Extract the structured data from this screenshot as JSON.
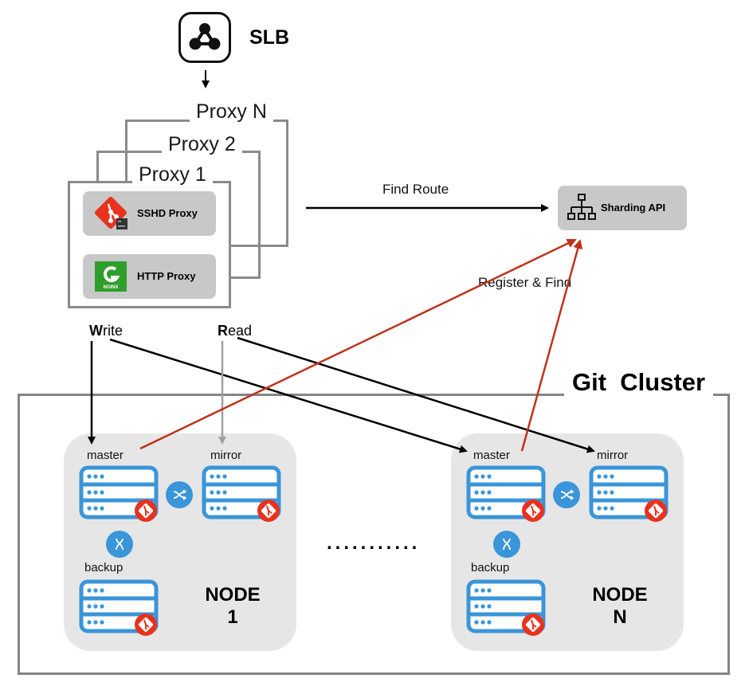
{
  "slb": {
    "label": "SLB",
    "icon": "load-balancer-icon"
  },
  "proxies": {
    "frames": [
      {
        "title": "Proxy N"
      },
      {
        "title": "Proxy 2"
      },
      {
        "title": "Proxy 1"
      }
    ],
    "components": [
      {
        "label": "SSHD Proxy",
        "icon": "git-terminal-icon"
      },
      {
        "label": "HTTP Proxy",
        "icon": "nginx-icon",
        "icon_text": "NGINX"
      }
    ]
  },
  "sharding_api": {
    "label": "Sharding API",
    "icon": "hierarchy-icon"
  },
  "edges": {
    "find_route": "Find Route",
    "register_find": "Register & Find",
    "write": {
      "initial": "W",
      "rest": "rite"
    },
    "read": {
      "initial": "R",
      "rest": "ead"
    }
  },
  "cluster": {
    "title": "Git  Cluster",
    "ellipsis": "...........",
    "nodes": [
      {
        "title_line1": "NODE",
        "title_line2": "1",
        "roles": [
          "master",
          "mirror",
          "backup"
        ]
      },
      {
        "title_line1": "NODE",
        "title_line2": "N",
        "roles": [
          "master",
          "mirror",
          "backup"
        ]
      }
    ]
  },
  "colors": {
    "frame_gray": "#8a8a8a",
    "card_gray": "#c8c8c8",
    "node_bg": "#e6e6e7",
    "server_blue": "#3a95d9",
    "git_red": "#e8321e",
    "register_arrow": "#c0321a",
    "nginx_green": "#2f9e2a",
    "read_arrow": "#a0a0a0"
  }
}
